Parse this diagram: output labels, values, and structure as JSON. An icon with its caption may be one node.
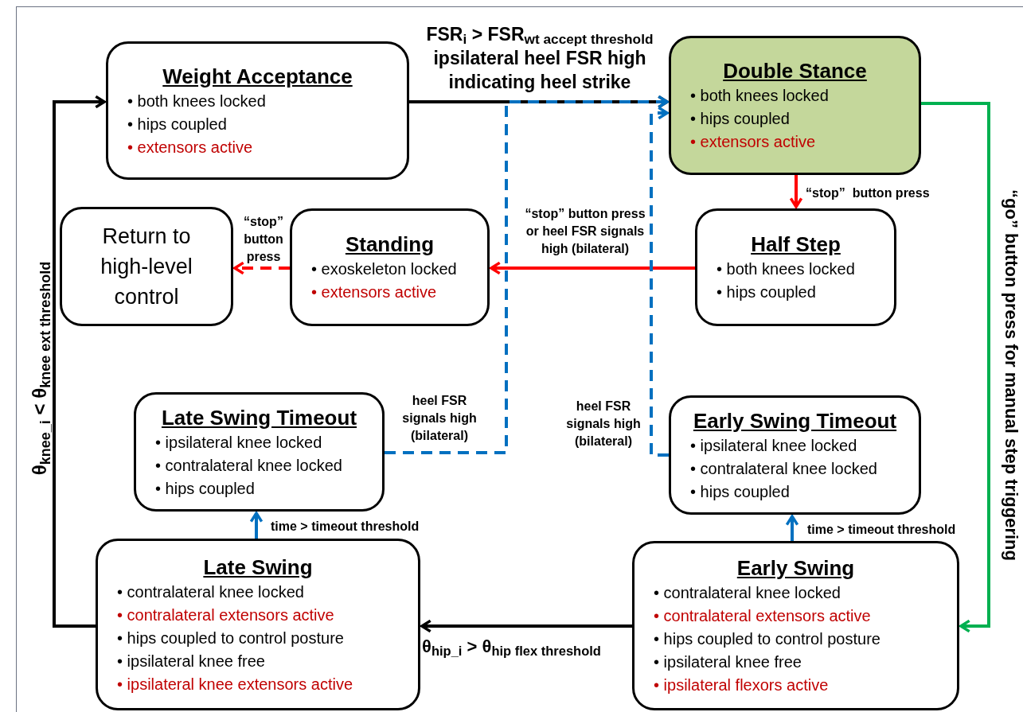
{
  "diagram": {
    "nodes": [
      {
        "text": [
          "Weight Acceptance",
          "• both knees locked",
          "• hips coupled",
          "• extensors active"
        ]
      },
      {
        "text": [
          "Double Stance",
          "• both knees locked",
          "• hips coupled",
          "• extensors active"
        ]
      },
      {
        "text": [
          "Return to high-level control"
        ]
      },
      {
        "text": [
          "Standing",
          "• exoskeleton locked",
          "• extensors active"
        ]
      },
      {
        "text": [
          "Half Step",
          "• both knees locked",
          "• hips coupled"
        ]
      },
      {
        "text": [
          "Late Swing Timeout",
          "• ipsilateral knee locked",
          "• contralateral knee locked",
          "• hips coupled"
        ]
      },
      {
        "text": [
          "Early Swing Timeout",
          "• ipsilateral knee locked",
          "• contralateral knee locked",
          "• hips coupled"
        ]
      },
      {
        "text": [
          "Late Swing",
          "• contralateral knee locked",
          "• contralateral extensors active",
          "• hips coupled to control posture",
          "• ipsilateral knee free",
          "• ipsilateral knee extensors active"
        ]
      },
      {
        "text": [
          "Early Swing",
          "• contralateral knee locked",
          "• contralateral extensors active",
          "• hips coupled to control posture",
          "• ipsilateral knee free",
          "• ipsilateral flexors active"
        ]
      }
    ],
    "edges": [
      {
        "from": 0,
        "to": 1,
        "arrow": "to",
        "label": "FSR$_{i}$ > FSR$_{wt accept threshold}$ ipsilateral heel FSR high indicating heel strike",
        "color": "#000000"
      },
      {
        "from": 1,
        "to": 8,
        "arrow": "to",
        "label": "“go” button press for **manual step triggering**",
        "color": "#00b050"
      },
      {
        "from": 1,
        "to": 4,
        "arrow": "to",
        "label": "“stop”  button press",
        "color": "#ff0000"
      },
      {
        "from": 4,
        "to": 3,
        "arrow": "to",
        "label": "“stop” button press or heel FSR signals high (bilateral)",
        "color": "#ff0000"
      },
      {
        "from": 3,
        "to": 2,
        "arrow": "to",
        "label": "“stop” button press",
        "color": "#ff0000",
        "style": "dashed"
      },
      {
        "from": 8,
        "to": 6,
        "arrow": "to",
        "label": "time > timeout threshold",
        "color": "#0070c0"
      },
      {
        "from": 7,
        "to": 5,
        "arrow": "to",
        "label": "time > timeout threshold",
        "color": "#0070c0"
      },
      {
        "from": 8,
        "to": 7,
        "arrow": "to",
        "label": "θ$_{hip_i}$ > θ$_{hip flex threshold}$",
        "color": "#000000"
      },
      {
        "from": 7,
        "to": 0,
        "arrow": "to",
        "label": "θ$_{knee_i}$ < θ$_{knee ext threshold}$",
        "color": "#000000"
      },
      {
        "from": 5,
        "to": 1,
        "arrow": "to",
        "label": "heel FSR signals high (bilateral)",
        "color": "#0070c0",
        "style": "dashed"
      },
      {
        "from": 6,
        "to": 1,
        "arrow": "to",
        "label": "heel FSR signals high (bilateral)",
        "color": "#0070c0",
        "style": "dashed"
      }
    ]
  }
}
